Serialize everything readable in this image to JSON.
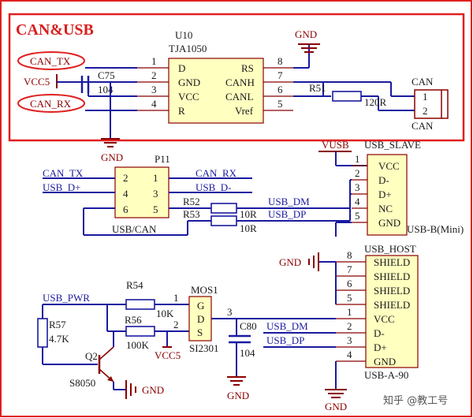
{
  "section_title": "CAN&USB",
  "colors": {
    "frame": "#e02020",
    "wire": "#1a1aa0",
    "component": "#8b0000",
    "ic_fill": "#ffffc0"
  },
  "u10": {
    "ref": "U10",
    "part": "TJA1050",
    "left_pins": [
      {
        "num": "1",
        "name": "D"
      },
      {
        "num": "2",
        "name": "GND"
      },
      {
        "num": "3",
        "name": "VCC"
      },
      {
        "num": "4",
        "name": "R"
      }
    ],
    "right_pins": [
      {
        "num": "8",
        "name": "RS"
      },
      {
        "num": "7",
        "name": "CANH"
      },
      {
        "num": "6",
        "name": "CANL"
      },
      {
        "num": "5",
        "name": "Vref"
      }
    ]
  },
  "nets": {
    "can_tx": "CAN_TX",
    "can_rx": "CAN_RX",
    "vcc5": "VCC5",
    "gnd": "GND",
    "usb_dplus": "USB_D+",
    "usb_dminus": "USB_D-",
    "usb_dm": "USB_DM",
    "usb_dp": "USB_DP",
    "usb_pwr": "USB_PWR",
    "vusb": "VUSB",
    "usb_can": "USB/CAN"
  },
  "c75": {
    "ref": "C75",
    "value": "104"
  },
  "r51": {
    "ref": "R51",
    "value": "120R"
  },
  "can_conn": {
    "title": "CAN",
    "pins": [
      "1",
      "2"
    ],
    "label": "CAN"
  },
  "p11": {
    "ref": "P11",
    "pins_left": [
      "2",
      "4",
      "6"
    ],
    "pins_right": [
      "1",
      "3",
      "5"
    ]
  },
  "r52": {
    "ref": "R52",
    "value": "10R"
  },
  "r53": {
    "ref": "R53",
    "value": "10R"
  },
  "usb_slave": {
    "title": "USB_SLAVE",
    "part": "USB-B(Mini)",
    "pins": [
      {
        "num": "1",
        "name": "VCC"
      },
      {
        "num": "2",
        "name": "D-"
      },
      {
        "num": "3",
        "name": "D+"
      },
      {
        "num": "4",
        "name": "NC"
      },
      {
        "num": "5",
        "name": "GND"
      }
    ]
  },
  "usb_host": {
    "title": "USB_HOST",
    "part": "USB-A-90",
    "pins": [
      {
        "num": "8",
        "name": "SHIELD"
      },
      {
        "num": "7",
        "name": "SHIELD"
      },
      {
        "num": "6",
        "name": "SHIELD"
      },
      {
        "num": "5",
        "name": "SHIELD"
      },
      {
        "num": "1",
        "name": "VCC"
      },
      {
        "num": "2",
        "name": "D-"
      },
      {
        "num": "3",
        "name": "D+"
      },
      {
        "num": "4",
        "name": "GND"
      }
    ]
  },
  "r54": {
    "ref": "R54",
    "value": "10K"
  },
  "r56": {
    "ref": "R56",
    "value": "100K"
  },
  "r57": {
    "ref": "R57",
    "value": "4.7K"
  },
  "q2": {
    "ref": "Q2",
    "part": "S8050"
  },
  "mos1": {
    "ref": "MOS1",
    "part": "SI2301",
    "pins": [
      "G",
      "D",
      "S"
    ],
    "pin_nums": [
      "1",
      "3",
      "2"
    ]
  },
  "c80": {
    "ref": "C80",
    "value": "104"
  },
  "watermark": "知乎 @教工号"
}
